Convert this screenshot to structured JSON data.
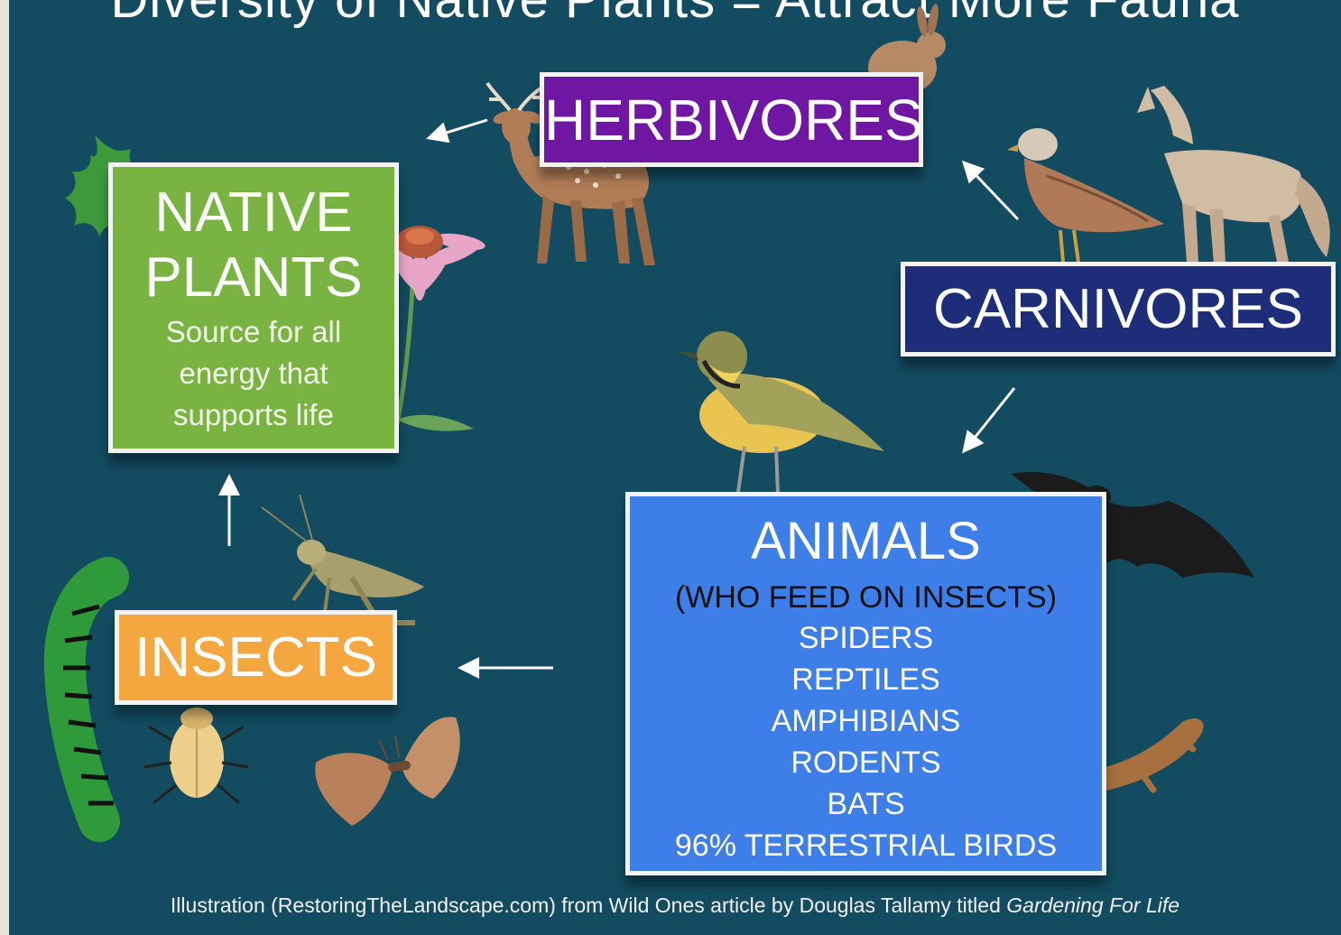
{
  "title": "Diversity of Native Plants = Attract More Fauna",
  "native_plants": {
    "heading_line1": "NATIVE",
    "heading_line2": "PLANTS",
    "sub_line1": "Source for all",
    "sub_line2": "energy that",
    "sub_line3": "supports life"
  },
  "herbivores": {
    "label": "HERBIVORES"
  },
  "carnivores": {
    "label": "CARNIVORES"
  },
  "insects": {
    "label": "INSECTS"
  },
  "animals": {
    "heading": "ANIMALS",
    "subheading": "(WHO FEED ON INSECTS)",
    "items": [
      "SPIDERS",
      "REPTILES",
      "AMPHIBIANS",
      "RODENTS",
      "BATS",
      "96% TERRESTRIAL BIRDS"
    ]
  },
  "caption": {
    "text": "Illustration (RestoringTheLandscape.com) from Wild Ones article by Douglas Tallamy titled ",
    "italic": "Gardening For Life"
  },
  "colors": {
    "background": "#134b61",
    "native_plants": "#79b443",
    "herbivores": "#6f17a2",
    "carnivores": "#1e2d7a",
    "insects": "#f4a63f",
    "animals": "#3d7ee8"
  },
  "illustrations": [
    "oak-leaf-icon",
    "coneflower-icon",
    "deer-icon",
    "rabbit-icon",
    "hawk-icon",
    "coyote-icon",
    "warbler-icon",
    "bat-icon",
    "frog-icon",
    "salamander-icon",
    "caterpillar-icon",
    "grasshopper-icon",
    "beetle-icon",
    "moth-icon"
  ]
}
